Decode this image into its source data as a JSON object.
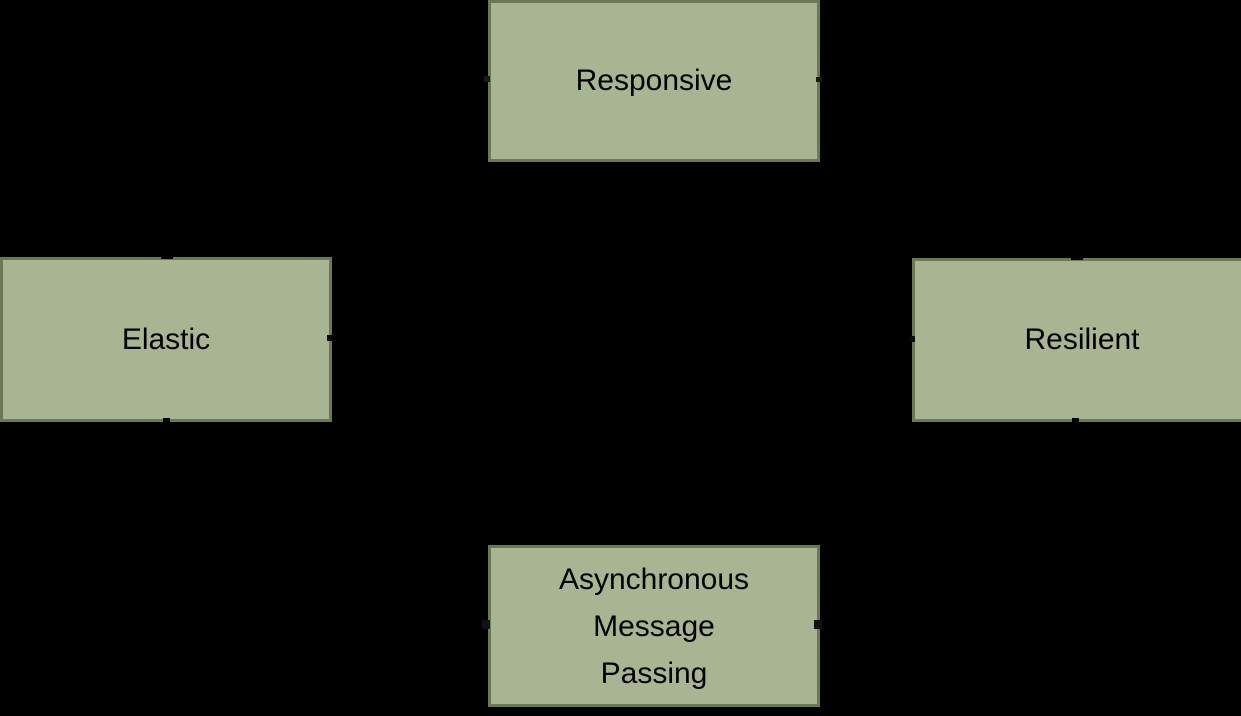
{
  "diagram": {
    "name": "reactive-system-traits-diagram",
    "background_color": "#000000",
    "node_fill_color": "#a8b492",
    "node_border_color": "#6d7854",
    "node_text_color": "#000000",
    "nodes": {
      "responsive": {
        "label": "Responsive"
      },
      "elastic": {
        "label": "Elastic"
      },
      "resilient": {
        "label": "Resilient"
      },
      "async": {
        "label": "Asynchronous Message Passing",
        "lines": [
          "Asynchronous",
          "Message",
          "Passing"
        ]
      }
    },
    "connections": [
      {
        "from": "elastic",
        "to": "responsive",
        "visible_as": "tick-remnants"
      },
      {
        "from": "resilient",
        "to": "responsive",
        "visible_as": "tick-remnants"
      },
      {
        "from": "elastic",
        "to": "resilient",
        "visible_as": "tick-remnants"
      },
      {
        "from": "async",
        "to": "elastic",
        "visible_as": "tick-remnants"
      },
      {
        "from": "async",
        "to": "resilient",
        "visible_as": "tick-remnants"
      }
    ]
  }
}
